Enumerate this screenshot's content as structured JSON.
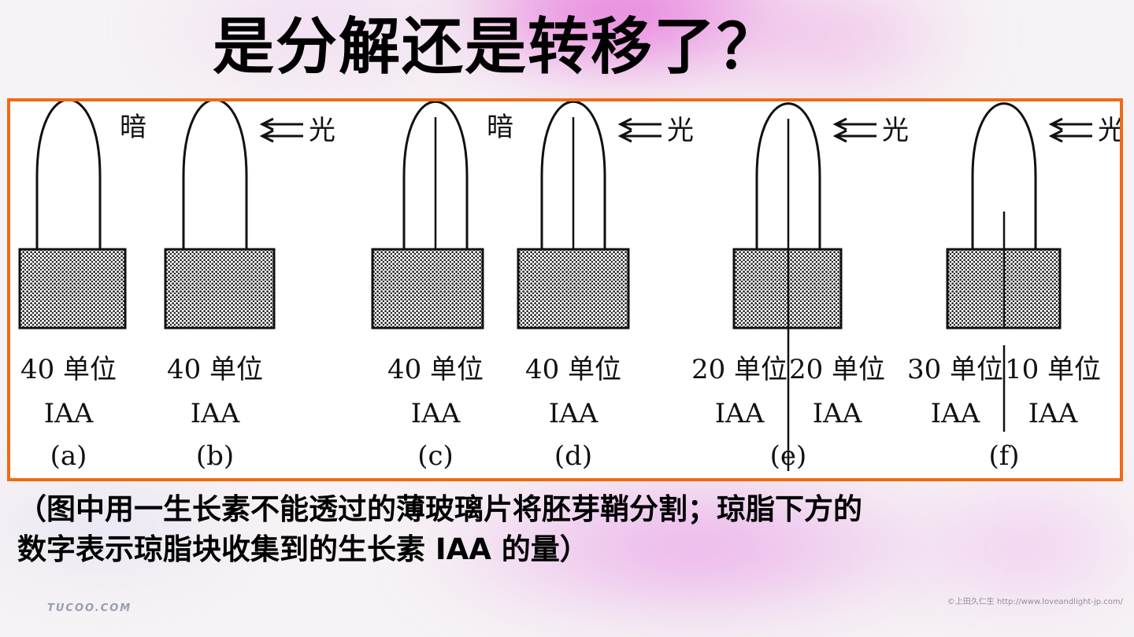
{
  "title": "是分解还是转移了？",
  "diagram": {
    "light_label": "光",
    "dark_label": "暗",
    "panels": [
      {
        "id": "a",
        "label": "(a)",
        "condition": "dark",
        "barrier": "none",
        "units": [
          "40 单位"
        ],
        "substance": [
          "IAA"
        ]
      },
      {
        "id": "b",
        "label": "(b)",
        "condition": "light",
        "barrier": "none",
        "units": [
          "40 单位"
        ],
        "substance": [
          "IAA"
        ]
      },
      {
        "id": "c",
        "label": "(c)",
        "condition": "dark",
        "barrier": "tip",
        "units": [
          "40 单位"
        ],
        "substance": [
          "IAA"
        ]
      },
      {
        "id": "d",
        "label": "(d)",
        "condition": "light",
        "barrier": "tip",
        "units": [
          "40 单位"
        ],
        "substance": [
          "IAA"
        ]
      },
      {
        "id": "e",
        "label": "(e)",
        "condition": "light",
        "barrier": "full",
        "units": [
          "20 单位",
          "20 单位"
        ],
        "substance": [
          "IAA",
          "IAA"
        ]
      },
      {
        "id": "f",
        "label": "(f)",
        "condition": "light",
        "barrier": "block",
        "units": [
          "30 单位",
          "10 单位"
        ],
        "substance": [
          "IAA",
          "IAA"
        ]
      }
    ]
  },
  "caption": {
    "line1": "（图中用一生长素不能透过的薄玻璃片将胚芽鞘分割；琼脂下方的",
    "line2": "数字表示琼脂块收集到的生长素 IAA 的量）"
  },
  "footer": {
    "brand": "TUCOO.COM",
    "credit": "©上田久仁生 http://www.loveandlight-jp.com/"
  }
}
